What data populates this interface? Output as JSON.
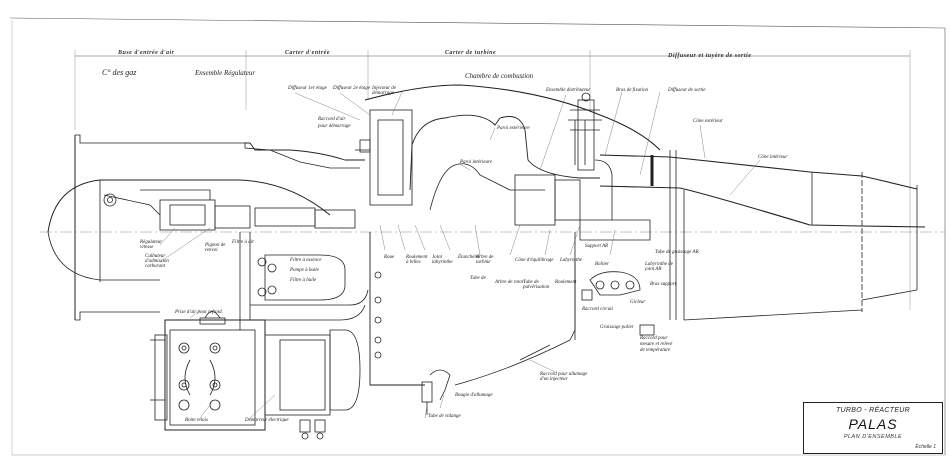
{
  "sections": [
    "Buse d'entrée d'air",
    "Carter d'entrée",
    "Carter de turbine",
    "Diffuseur et tuyère de sortie"
  ],
  "labels": {
    "cg_gaz": "C° des gaz",
    "ensemble_regulateur": "Ensemble Régulateur",
    "diffuseur_1": "Diffuseur 1er étage",
    "diffuseur_2": "Diffuseur 2e étage",
    "injecteur": "Injecteur de démarrage",
    "chambre": "Chambre de combustion",
    "ensemble_distributeur": "Ensemble distributeur",
    "bras_fixation": "Bras de fixation",
    "diffuseur_sortie": "Diffuseur de sortie",
    "cone_exterieur": "Cône extérieur",
    "cone_interieur": "Cône intérieur",
    "paroi_exterieure": "Paroi extérieure",
    "paroi_interieure": "Paroi intérieure",
    "raccord": "Raccord d'air pour démarrage",
    "regulateur": "Régulateur vitesse",
    "culbuteur": "Culbuteur d'admission carburant",
    "pignon": "Pignon de renvoi",
    "filtre": "Filtre à essence",
    "pompe": "Pompe à huile",
    "filtre_huile": "Filtre à huile",
    "roue": "Roue",
    "roulement": "Roulement à billes",
    "arbre": "Arbre de turbine",
    "joint": "Joint labyrinthe",
    "etancheite": "Étanchéité",
    "cone_equilibrage": "Cône d'équilibrage",
    "labyrinthe": "Labyrinthe",
    "tube_de": "Tube de",
    "arbre_rotor": "Arbre de rotor",
    "tube_pulverisation": "Tube de pulvérisation",
    "roulement2": "Roulement",
    "support": "Support AR",
    "boitier": "Boîtier",
    "tube_graissage": "Tube de graissage AR",
    "labyrinthe_joint": "Labyrinthe de joint AR",
    "bras_support": "Bras support",
    "graissage_palier": "Graissage palier",
    "gicleur": "Gicleur",
    "raccord_circuit": "Raccord circuit",
    "raccord_pour": "Raccord pour mesure et relevé de température",
    "raccord_allumage": "Raccord pour allumage d'un injecteur",
    "bougie": "Bougie d'allumage",
    "tube_vidange": "Tube de vidange",
    "pot_echapp": "Prise d'air pour refroid.",
    "bati": "Boite relais",
    "demarreur": "Démarreur électrique",
    "filtre_air": "Filtre à air"
  },
  "title_block": {
    "line1": "TURBO - RÉACTEUR",
    "name": "PALAS",
    "line3": "PLAN D'ENSEMBLE",
    "scale": "Échelle 1"
  }
}
